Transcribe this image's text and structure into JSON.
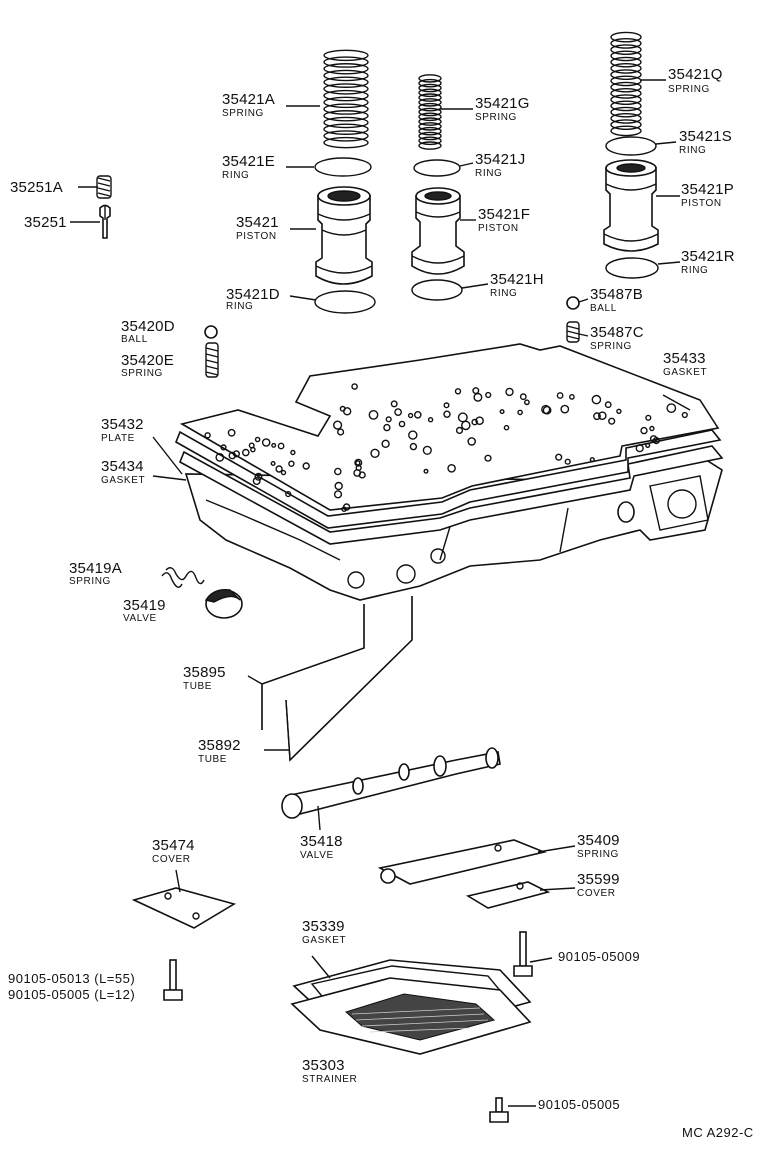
{
  "parts": {
    "p35421A": {
      "number": "35421A",
      "name": "SPRING"
    },
    "p35421E": {
      "number": "35421E",
      "name": "RING"
    },
    "p35421": {
      "number": "35421",
      "name": "PISTON"
    },
    "p35421D": {
      "number": "35421D",
      "name": "RING"
    },
    "p35421G": {
      "number": "35421G",
      "name": "SPRING"
    },
    "p35421J": {
      "number": "35421J",
      "name": "RING"
    },
    "p35421F": {
      "number": "35421F",
      "name": "PISTON"
    },
    "p35421H": {
      "number": "35421H",
      "name": "RING"
    },
    "p35421Q": {
      "number": "35421Q",
      "name": "SPRING"
    },
    "p35421S": {
      "number": "35421S",
      "name": "RING"
    },
    "p35421P": {
      "number": "35421P",
      "name": "PISTON"
    },
    "p35421R": {
      "number": "35421R",
      "name": "RING"
    },
    "p35251A": {
      "number": "35251A"
    },
    "p35251": {
      "number": "35251"
    },
    "p35487B": {
      "number": "35487B",
      "name": "BALL"
    },
    "p35487C": {
      "number": "35487C",
      "name": "SPRING"
    },
    "p35420D": {
      "number": "35420D",
      "name": "BALL"
    },
    "p35420E": {
      "number": "35420E",
      "name": "SPRING"
    },
    "p35433": {
      "number": "35433",
      "name": "GASKET"
    },
    "p35432": {
      "number": "35432",
      "name": "PLATE"
    },
    "p35434": {
      "number": "35434",
      "name": "GASKET"
    },
    "p35419A": {
      "number": "35419A",
      "name": "SPRING"
    },
    "p35419": {
      "number": "35419",
      "name": "VALVE"
    },
    "p35895": {
      "number": "35895",
      "name": "TUBE"
    },
    "p35892": {
      "number": "35892",
      "name": "TUBE"
    },
    "p35418": {
      "number": "35418",
      "name": "VALVE"
    },
    "p35474": {
      "number": "35474",
      "name": "COVER"
    },
    "p35409": {
      "number": "35409",
      "name": "SPRING"
    },
    "p35599": {
      "number": "35599",
      "name": "COVER"
    },
    "p35339": {
      "number": "35339",
      "name": "GASKET"
    },
    "p35303": {
      "number": "35303",
      "name": "STRAINER"
    },
    "b05013": {
      "number": "90105-05013 (L=55)"
    },
    "b05005a": {
      "number": "90105-05005 (L=12)"
    },
    "b05009": {
      "number": "90105-05009"
    },
    "b05005b": {
      "number": "90105-05005"
    }
  },
  "footer_code": "MC  A292-C"
}
